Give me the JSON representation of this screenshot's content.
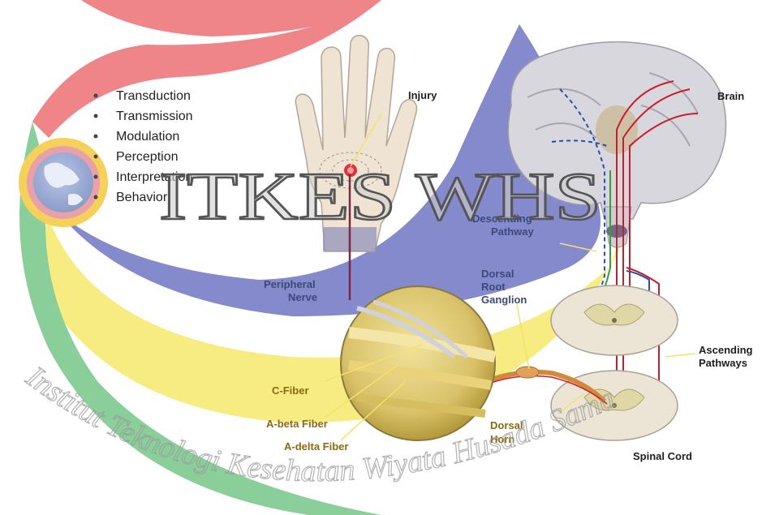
{
  "bullets": [
    "Transduction",
    "Transmission",
    "Modulation",
    "Perception",
    "Interpretation",
    "Behavior"
  ],
  "labels": {
    "injury": "Injury",
    "brain": "Brain",
    "descending_line1": "Descending",
    "descending_line2": "Pathway",
    "peripheral_line1": "Peripheral",
    "peripheral_line2": "Nerve",
    "drg_line1": "Dorsal",
    "drg_line2": "Root",
    "drg_line3": "Ganglion",
    "ascending_line1": "Ascending",
    "ascending_line2": "Pathways",
    "c_fiber": "C-Fiber",
    "a_beta": "A-beta Fiber",
    "a_delta": "A-delta Fiber",
    "dorsal_horn_line1": "Dorsal",
    "dorsal_horn_line2": "Horn",
    "spinal_cord": "Spinal Cord"
  },
  "watermark": {
    "title": "ITKES WHS",
    "arc_text": "Institut Teknologi Kesehatan Wiyata Husada Samarinda"
  },
  "icons": {
    "hand": "hand-illustration",
    "brain": "brain-illustration",
    "spinal": "spinal-cord-section",
    "fiber": "nerve-fiber-magnifier",
    "logo": "globe-logo"
  },
  "colors": {
    "red_arc": "#ef8489",
    "blue_arc": "#7e84c9",
    "yellow_arc": "#f7eb7a",
    "green_arc": "#8acf9a",
    "pathway_red": "#c81e2c",
    "pathway_blue": "#2a4fa8",
    "pathway_green": "#3f9a3a"
  }
}
